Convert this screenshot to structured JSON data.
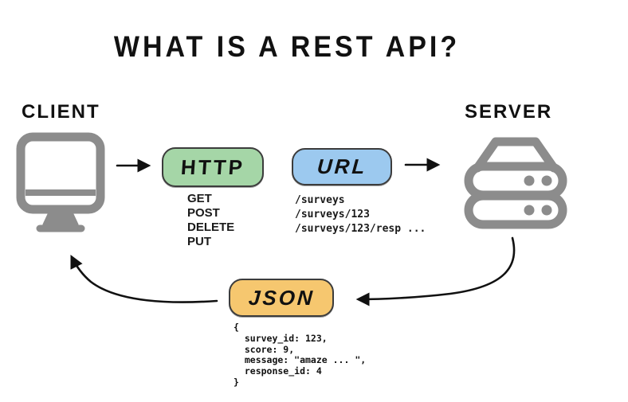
{
  "title": "WHAT IS A REST API?",
  "nodes": {
    "client": {
      "label": "CLIENT",
      "icon": "monitor-icon"
    },
    "server": {
      "label": "SERVER",
      "icon": "server-stack-icon"
    },
    "http": {
      "label": "HTTP",
      "fill": "#a5d6a7",
      "methods": [
        "GET",
        "POST",
        "DELETE",
        "PUT"
      ]
    },
    "url": {
      "label": "URL",
      "fill": "#9cc9ef",
      "paths": [
        "/surveys",
        "/surveys/123",
        "/surveys/123/resp ..."
      ]
    },
    "json": {
      "label": "JSON",
      "fill": "#f6c76f",
      "code": "{\n  survey_id: 123,\n  score: 9,\n  message: \"amaze ... \",\n  response_id: 4\n}"
    }
  },
  "flow": [
    "client -> HTTP",
    "URL -> server",
    "server -> JSON",
    "JSON -> client"
  ],
  "colors": {
    "icon_gray": "#8c8c8c",
    "arrow": "#111111",
    "border": "#3c3c3c",
    "background": "#ffffff"
  }
}
